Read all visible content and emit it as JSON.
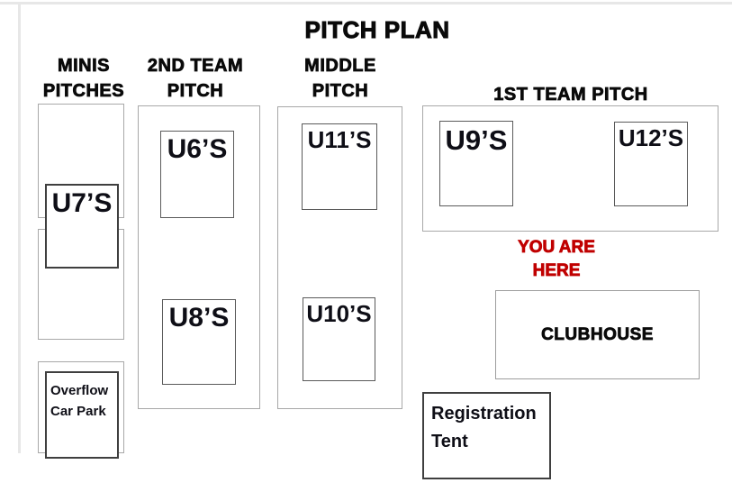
{
  "title": "PITCH PLAN",
  "headers": {
    "minis": {
      "line1": "MINIS",
      "line2": "PITCHES"
    },
    "second_team": {
      "line1": "2ND TEAM",
      "line2": "PITCH"
    },
    "middle": {
      "line1": "MIDDLE",
      "line2": "PITCH"
    },
    "first_team": {
      "line1": "1ST TEAM PITCH"
    }
  },
  "pitches": {
    "u6": "U6’S",
    "u7": "U7’S",
    "u8": "U8’S",
    "u9": "U9’S",
    "u10": "U10’S",
    "u11": "U11’S",
    "u12": "U12’S"
  },
  "annotations": {
    "you_are_here": {
      "line1": "YOU ARE",
      "line2": "HERE"
    },
    "clubhouse": "CLUBHOUSE",
    "registration_tent": {
      "line1": "Registration",
      "line2": "Tent"
    },
    "overflow_car_park": {
      "line1": "Overflow",
      "line2": "Car Park"
    }
  },
  "colors": {
    "accent_red": "#c00000",
    "outer_box_border": "#a8a8a8",
    "team_box_border": "#5a5a5a",
    "dark_box_border": "#3f3f3f",
    "page_edge": "#e7e7e7",
    "text": "#0a0a0a"
  }
}
